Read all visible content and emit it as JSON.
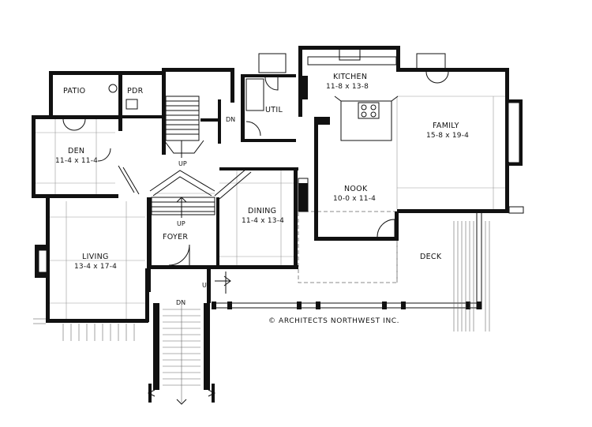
{
  "rooms": {
    "patio": {
      "name": "PATIO"
    },
    "pdr": {
      "name": "PDR"
    },
    "util": {
      "name": "UTIL"
    },
    "kitchen": {
      "name": "KITCHEN",
      "dims": "11-8 x 13-8"
    },
    "family": {
      "name": "FAMILY",
      "dims": "15-8 x 19-4"
    },
    "den": {
      "name": "DEN",
      "dims": "11-4 x 11-4"
    },
    "nook": {
      "name": "NOOK",
      "dims": "10-0 x 11-4"
    },
    "dining": {
      "name": "DINING",
      "dims": "11-4 x 13-4"
    },
    "foyer": {
      "name": "FOYER"
    },
    "living": {
      "name": "LIVING",
      "dims": "13-4 x 17-4"
    },
    "deck": {
      "name": "DECK"
    }
  },
  "stairs": {
    "main_up": "UP",
    "main_dn": "DN",
    "foyer_up": "UP",
    "porch_up": "UP",
    "entry_dn": "DN"
  },
  "copyright": "© ARCHITECTS NORTHWEST INC."
}
